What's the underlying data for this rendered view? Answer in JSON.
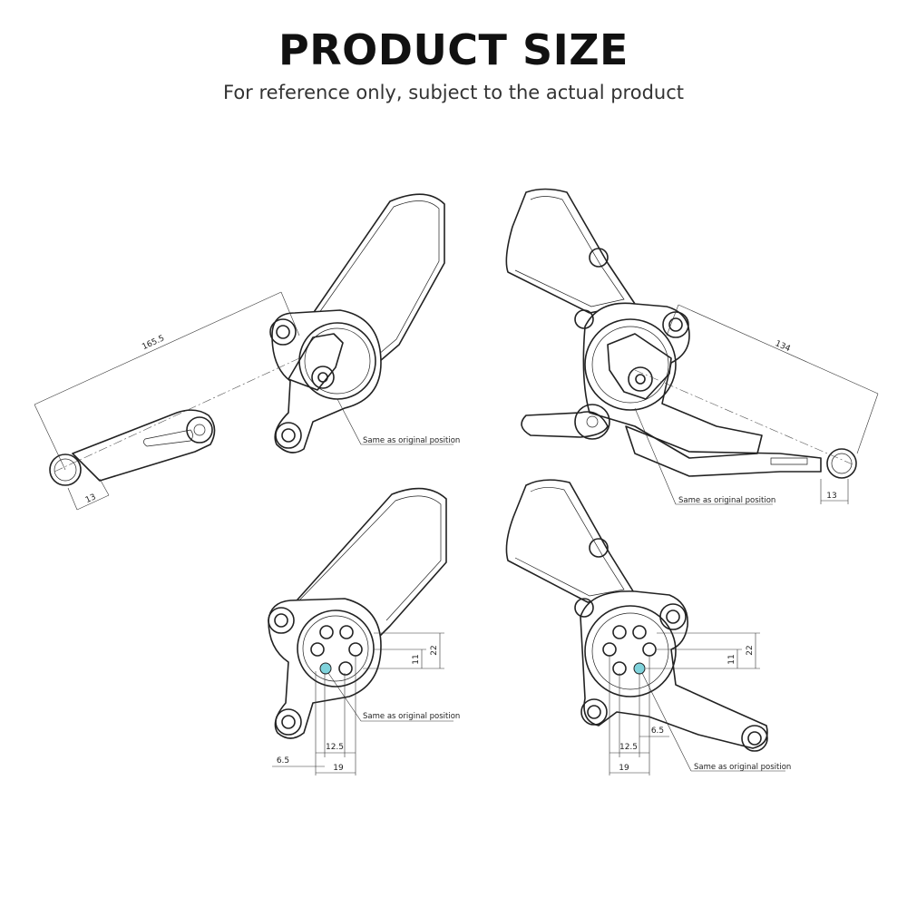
{
  "header": {
    "title": "PRODUCT SIZE",
    "subtitle": "For reference only, subject to the actual product"
  },
  "dimensions": {
    "left_lever_length": "165.5",
    "right_lever_length": "134",
    "left_peg_offset": "13",
    "right_peg_offset": "13",
    "left_plate_horizontal_inner": "12.5",
    "left_plate_horizontal_outer": "19",
    "left_plate_offset_small": "6.5",
    "left_plate_vertical_inner": "11",
    "left_plate_vertical_outer": "22",
    "right_plate_horizontal_inner": "12.5",
    "right_plate_horizontal_outer": "19",
    "right_plate_offset_small": "6.5",
    "right_plate_vertical_inner": "11",
    "right_plate_vertical_outer": "22"
  },
  "notes": {
    "original_position": "Same as original position"
  },
  "colors": {
    "line": "#222222",
    "accent_hole": "#7fd3dc"
  }
}
